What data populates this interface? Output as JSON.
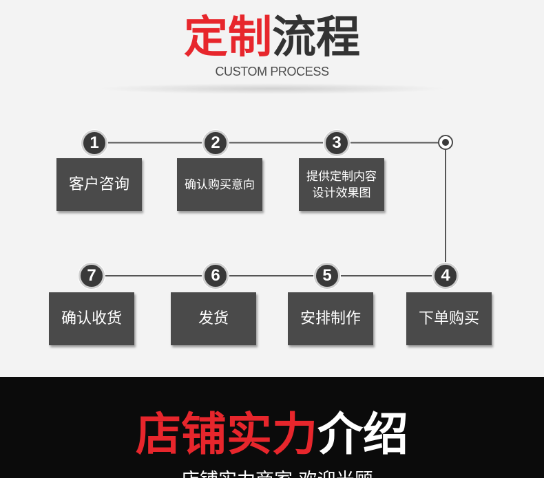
{
  "header": {
    "title_red": "定制",
    "title_dark": "流程",
    "subtitle": "CUSTOM PROCESS"
  },
  "steps": [
    {
      "number": "1",
      "lines": [
        "客户咨询"
      ]
    },
    {
      "number": "2",
      "lines": [
        "确认购买意向"
      ]
    },
    {
      "number": "3",
      "lines": [
        "提供定制内容",
        "设计效果图"
      ]
    },
    {
      "number": "4",
      "lines": [
        "下单购买"
      ]
    },
    {
      "number": "5",
      "lines": [
        "安排制作"
      ]
    },
    {
      "number": "6",
      "lines": [
        "发货"
      ]
    },
    {
      "number": "7",
      "lines": [
        "确认收货"
      ]
    }
  ],
  "store_section": {
    "title_red": "店铺实力",
    "title_white": "介绍",
    "tagline": "店铺实力商家 欢迎光顾"
  },
  "colors": {
    "accent": "#e7262c",
    "title_dark": "#333333",
    "box": "#4a4a4a",
    "circle": "#393939",
    "background": "#f3f3f3",
    "band": "#0b0b0b"
  }
}
